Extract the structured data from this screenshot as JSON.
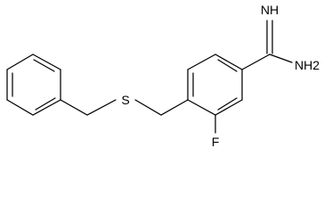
{
  "molecule": {
    "atoms": {
      "sulfur": "S",
      "fluorine": "F",
      "imine": "NH",
      "amine": "NH2"
    }
  },
  "colors": {
    "bond": "#000000",
    "label": "#000000",
    "background": "#ffffff"
  }
}
